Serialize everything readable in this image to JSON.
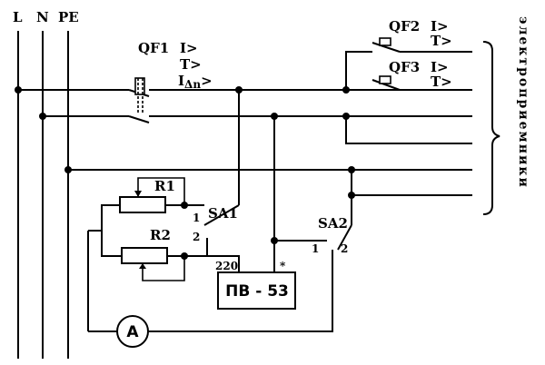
{
  "buses": {
    "l": "L",
    "n": "N",
    "pe": "PE"
  },
  "qf1": {
    "name": "QF1",
    "overcurrent": "I>",
    "time": "T>",
    "leakage": "I",
    "leakage_sub": "Δn",
    "leakage_suffix": ">"
  },
  "qf2": {
    "name": "QF2",
    "overcurrent": "I>",
    "time": "T>"
  },
  "qf3": {
    "name": "QF3",
    "overcurrent": "I>",
    "time": "T>"
  },
  "r1": {
    "name": "R1"
  },
  "r2": {
    "name": "R2"
  },
  "sa1": {
    "name": "SA1",
    "pos1": "1",
    "pos2": "2"
  },
  "sa2": {
    "name": "SA2",
    "pos1": "1",
    "pos2": "2"
  },
  "voltage_label": "220",
  "star_mark": "*",
  "device": {
    "name": "ПВ - 53"
  },
  "ammeter": {
    "symbol": "A"
  },
  "loads_label": "электроприемники"
}
